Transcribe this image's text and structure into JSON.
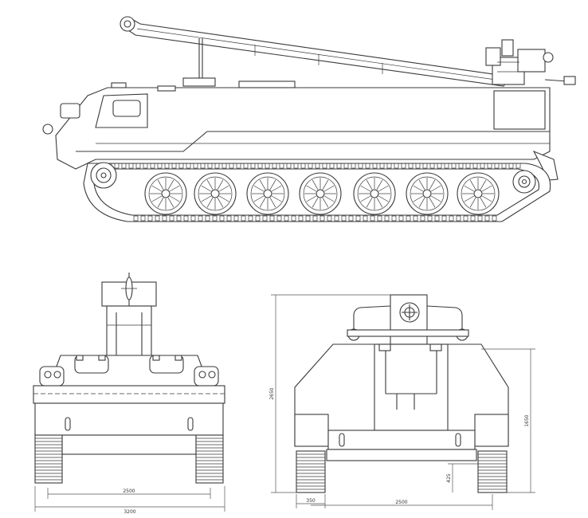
{
  "figure": {
    "views": [
      "side-view",
      "front-view",
      "rear-view"
    ]
  },
  "dimensions": {
    "front_track_gauge": "2500",
    "front_overall_width": "3200",
    "rear_height_total": "2650",
    "rear_height_body": "1650",
    "rear_ground_clearance": "425",
    "rear_track_width": "350",
    "rear_track_gauge": "2500"
  }
}
